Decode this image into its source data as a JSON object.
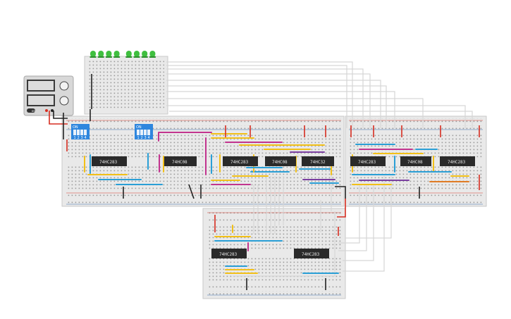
{
  "colors": {
    "board": "#e9e9e9",
    "board_edge": "#c9c9c9",
    "hole": "#9a9a9a",
    "rail_red": "#d33a2c",
    "rail_blue": "#3a6fb0",
    "chip": "#2a2a2a",
    "chip_pin": "#b8b8b8",
    "dip_switch": "#2e86de",
    "led_green": "#3fbf3f",
    "wire_white": "#ececec",
    "wire_black": "#222222",
    "wire_red": "#d62d20",
    "wire_yellow": "#f2c018",
    "wire_blue": "#2a9fd6",
    "wire_magenta": "#c2348f",
    "wire_purple": "#7b3fa0",
    "wire_orange": "#e07b24",
    "wire_gray": "#888888"
  },
  "chips": [
    {
      "label": "74HC283"
    },
    {
      "label": "74HC08"
    },
    {
      "label": "74HC283"
    },
    {
      "label": "74HC08"
    },
    {
      "label": "74HC32"
    },
    {
      "label": "74HC283"
    },
    {
      "label": "74HC08"
    },
    {
      "label": "74HC283"
    },
    {
      "label": "74HC283"
    },
    {
      "label": "74HC283"
    }
  ],
  "dip_switches": [
    {
      "label": "ON",
      "positions": [
        "1",
        "2",
        "3",
        "4"
      ]
    },
    {
      "label": "ON",
      "positions": [
        "1",
        "2",
        "3",
        "4"
      ]
    }
  ],
  "power_supply": {
    "button_label": "on"
  },
  "leds": {
    "count": 8,
    "color": "green"
  }
}
